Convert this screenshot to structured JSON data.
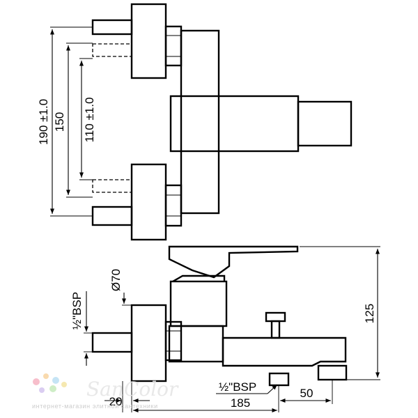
{
  "dimensions": {
    "top_outer": "190 ±1.0",
    "top_mid": "150",
    "top_inner": "110 ±1.0",
    "diameter": "Ø70",
    "inlet_thread": "½\"BSP",
    "height": "125",
    "spout_thread": "½\"BSP",
    "length": "185",
    "spout_offset": "50",
    "wall_offset": "20"
  },
  "watermark": {
    "brand": "SanColor",
    "tagline": "интернет-магазин элитной сантехники",
    "dot_colors": [
      "#f7b7c6",
      "#f9d7a6",
      "#bfe2f5",
      "#d6c8f0",
      "#c9ecc0",
      "#f5e6a8"
    ]
  }
}
